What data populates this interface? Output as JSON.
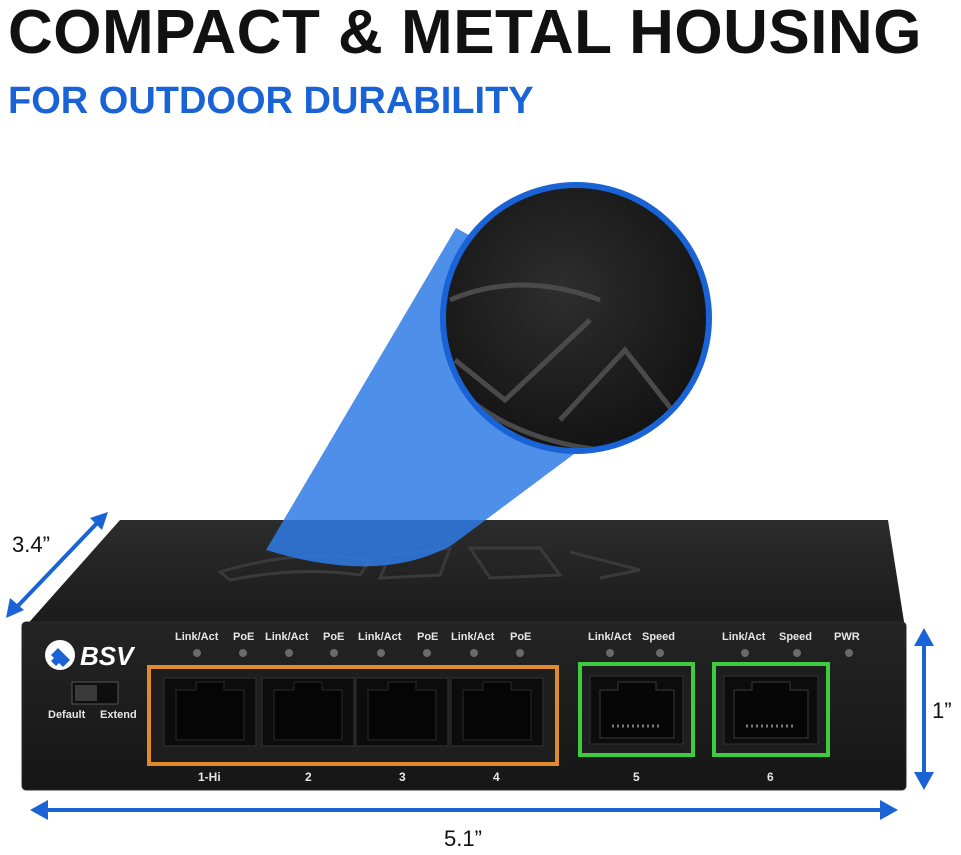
{
  "headline": "COMPACT & METAL HOUSING",
  "subheadline": "FOR OUTDOOR DURABILITY",
  "colors": {
    "accent": "#1a63d6",
    "housing": "#1c1c1c",
    "poe_frame": "#e08a2c",
    "uplink_frame": "#3fcb3f"
  },
  "dimensions": {
    "depth": "3.4”",
    "height": "1”",
    "width": "5.1”"
  },
  "device": {
    "brand_mark": "BSV",
    "switch_labels": {
      "left": "Default",
      "right": "Extend"
    },
    "led_labels": {
      "p1_link": "Link/Act",
      "p1_poe": "PoE",
      "p2_link": "Link/Act",
      "p2_poe": "PoE",
      "p3_link": "Link/Act",
      "p3_poe": "PoE",
      "p4_link": "Link/Act",
      "p4_poe": "PoE",
      "p5_link": "Link/Act",
      "p5_speed": "Speed",
      "p6_link": "Link/Act",
      "p6_speed": "Speed",
      "pwr": "PWR"
    },
    "ports": [
      "1-Hi",
      "2",
      "3",
      "4",
      "5",
      "6"
    ]
  }
}
